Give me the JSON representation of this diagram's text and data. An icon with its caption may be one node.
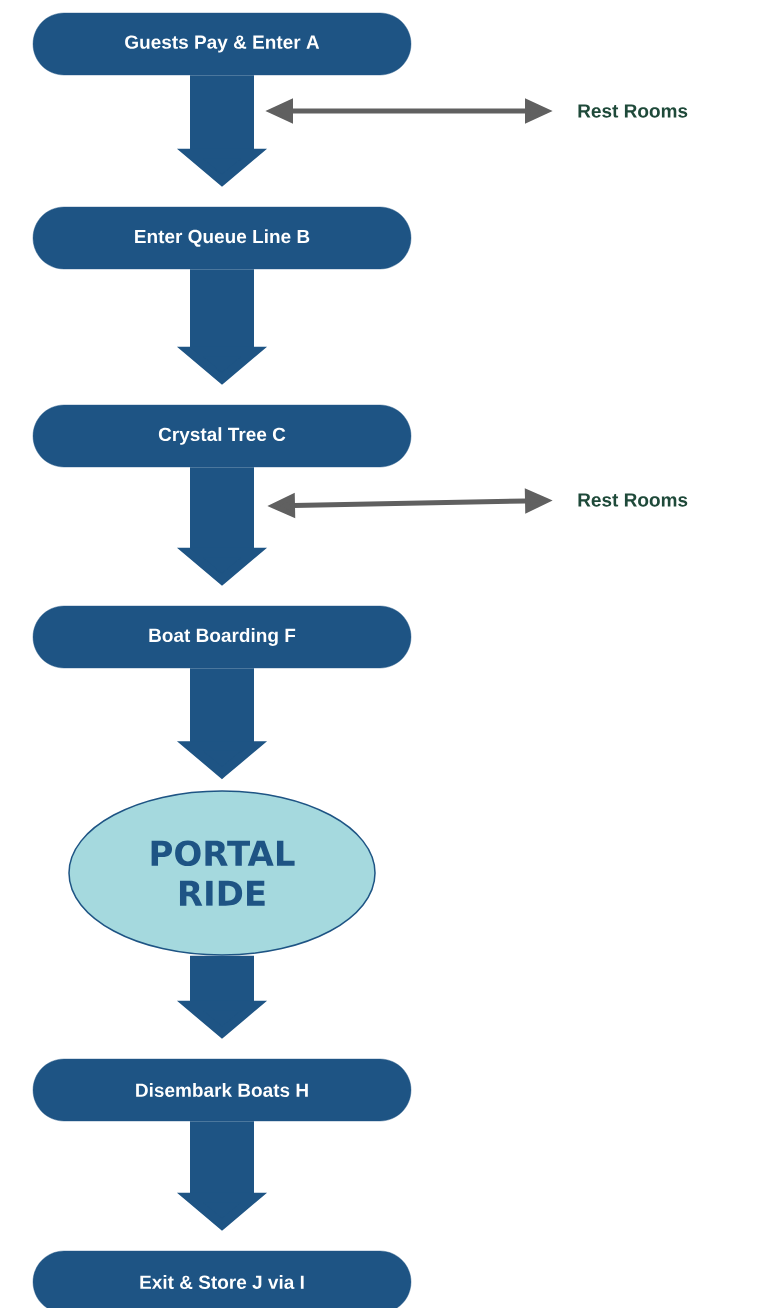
{
  "diagram": {
    "nodes": [
      {
        "text": [
          "Guests Pay & Enter A"
        ]
      },
      {
        "text": [
          "Enter Queue Line B"
        ]
      },
      {
        "text": [
          "Crystal Tree C"
        ]
      },
      {
        "text": [
          "Boat Boarding F"
        ]
      },
      {
        "text": [
          "PORTAL RIDE"
        ]
      },
      {
        "text": [
          "Disembark Boats H"
        ]
      },
      {
        "text": [
          "Exit & Store J via I"
        ]
      },
      {
        "text": [
          "Rest Rooms"
        ]
      },
      {
        "text": [
          "Rest Rooms"
        ]
      }
    ],
    "edges": [
      {
        "from": 0,
        "to": 1,
        "arrow": "to"
      },
      {
        "from": 1,
        "to": 2,
        "arrow": "to"
      },
      {
        "from": 2,
        "to": 3,
        "arrow": "to"
      },
      {
        "from": 3,
        "to": 4,
        "arrow": "to"
      },
      {
        "from": 4,
        "to": 5,
        "arrow": "to"
      },
      {
        "from": 5,
        "to": 6,
        "arrow": "to"
      },
      {
        "from": null,
        "to": 7,
        "arrow": "both",
        "color": "#606060"
      },
      {
        "from": null,
        "to": 8,
        "arrow": "both",
        "color": "#606060"
      }
    ]
  }
}
